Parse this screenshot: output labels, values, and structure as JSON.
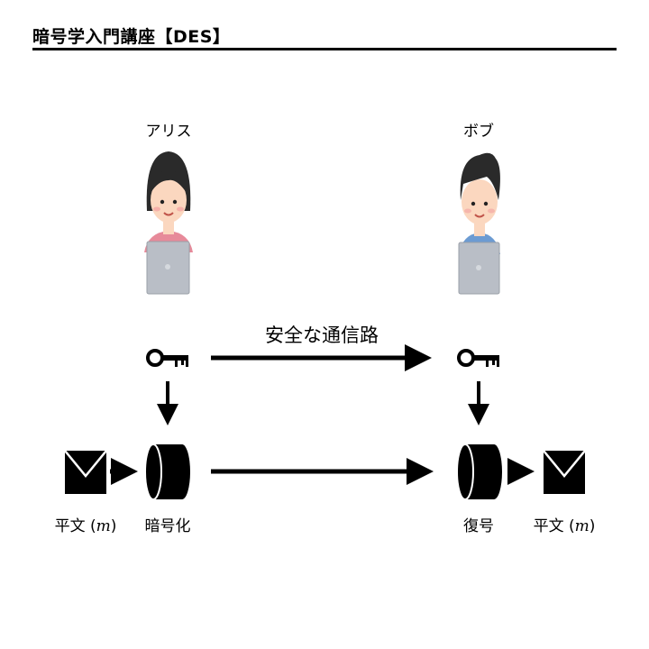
{
  "header": {
    "title": "暗号学入門講座【DES】"
  },
  "actors": {
    "sender": "アリス",
    "receiver": "ボブ"
  },
  "channel": {
    "label": "安全な通信路"
  },
  "steps": {
    "encrypt": "暗号化",
    "decrypt": "復号"
  },
  "plaintext": {
    "prefix": "平文",
    "symbol": "m"
  },
  "colors": {
    "ink": "#000000",
    "laptop": "#b9bec6",
    "skin": "#fbd7bf",
    "hair": "#2a2a2a",
    "alice_shirt": "#e78a9a",
    "bob_shirt": "#6c9bd2"
  }
}
